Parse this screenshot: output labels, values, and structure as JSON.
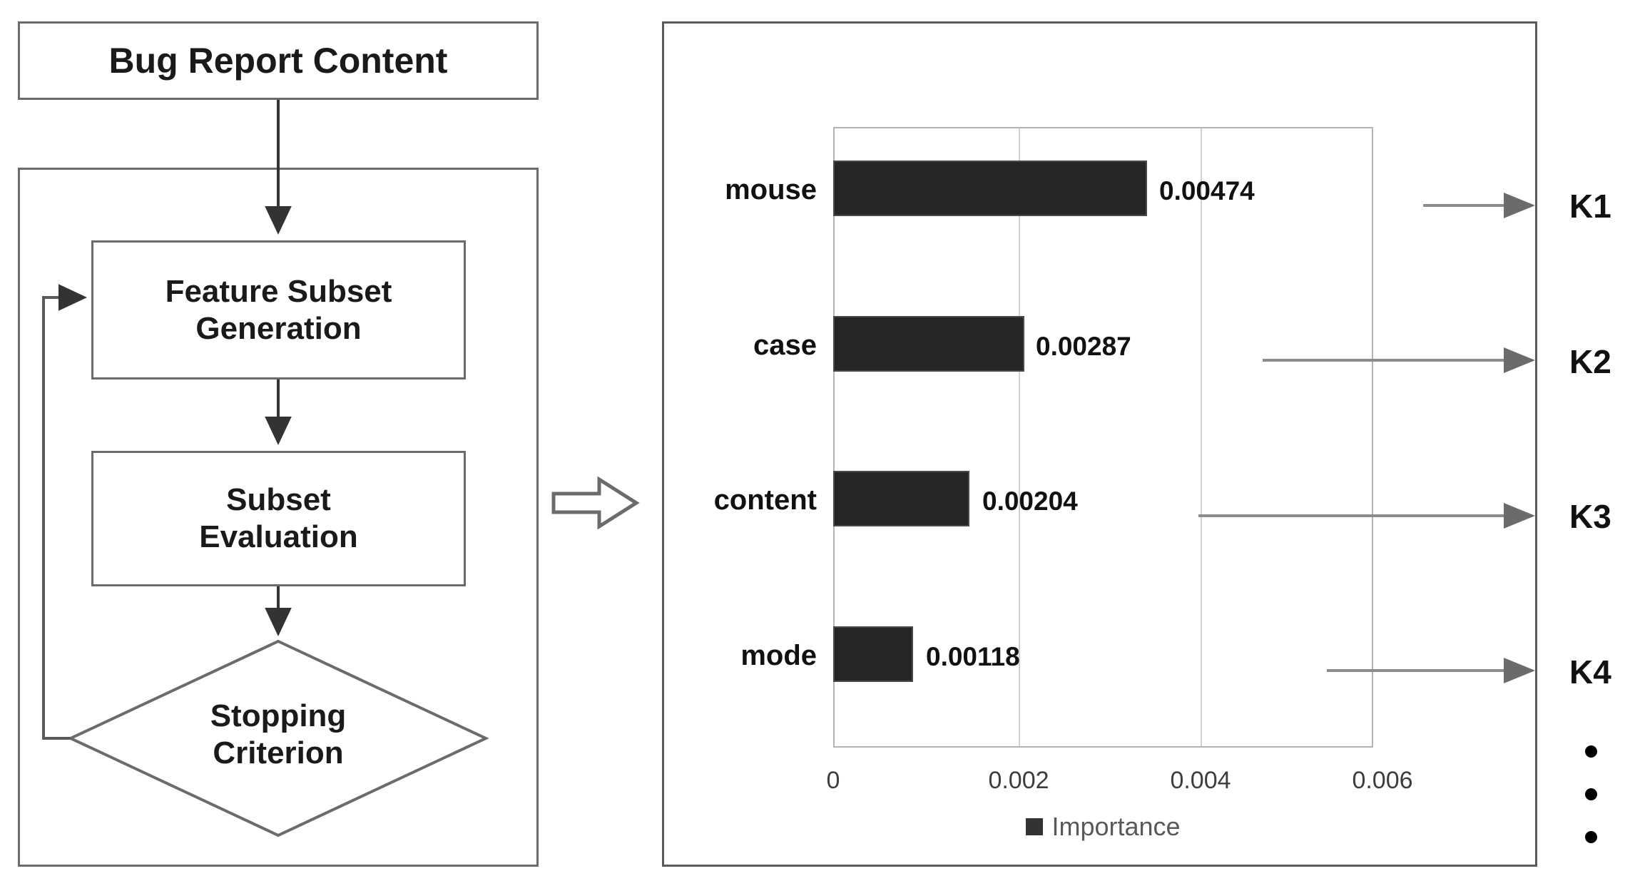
{
  "figure": {
    "left_panel": {
      "input_box_label": "Bug Report Content",
      "process_boxes": [
        {
          "label": "Feature Subset\nGeneration"
        },
        {
          "label": "Subset\nEvaluation"
        }
      ],
      "decision_label": "Stopping\nCriterion",
      "flow_arrows": [
        {
          "name": "input-to-generation",
          "direction": "down"
        },
        {
          "name": "generation-to-evaluation",
          "direction": "down"
        },
        {
          "name": "evaluation-to-stopping",
          "direction": "down"
        },
        {
          "name": "stopping-feedback-loop",
          "direction": "left-up-right"
        }
      ]
    },
    "transition_arrow": {
      "name": "block-arrow-right",
      "glyph": "right-block-arrow"
    },
    "right_panel": {
      "keyword_outputs": [
        "K1",
        "K2",
        "K3",
        "K4"
      ],
      "continuation_dots": 3,
      "mapping_arrows": 4
    }
  },
  "chart_data": {
    "type": "bar",
    "orientation": "horizontal",
    "title": "",
    "xlabel": "",
    "ylabel": "",
    "categories": [
      "mouse",
      "case",
      "content",
      "mode"
    ],
    "values": [
      0.00474,
      0.00287,
      0.00204,
      0.00118
    ],
    "value_labels": [
      "0.00474",
      "0.00287",
      "0.00204",
      "0.00118"
    ],
    "series": [
      {
        "name": "Importance",
        "values": [
          0.00474,
          0.00287,
          0.00204,
          0.00118
        ],
        "color": "#262626"
      }
    ],
    "xlim": [
      0,
      0.0059
    ],
    "xticks": [
      0,
      0.002,
      0.004,
      0.006
    ],
    "xtick_labels": [
      "0",
      "0.002",
      "0.004",
      "0.006"
    ],
    "gridlines": "vertical",
    "legend": {
      "position": "bottom",
      "entries": [
        "Importance"
      ]
    }
  },
  "colors": {
    "bar": "#262626",
    "border": "#5a5a5a",
    "grid": "#d2d2d2",
    "text": "#111111",
    "legend_text": "#595959"
  }
}
